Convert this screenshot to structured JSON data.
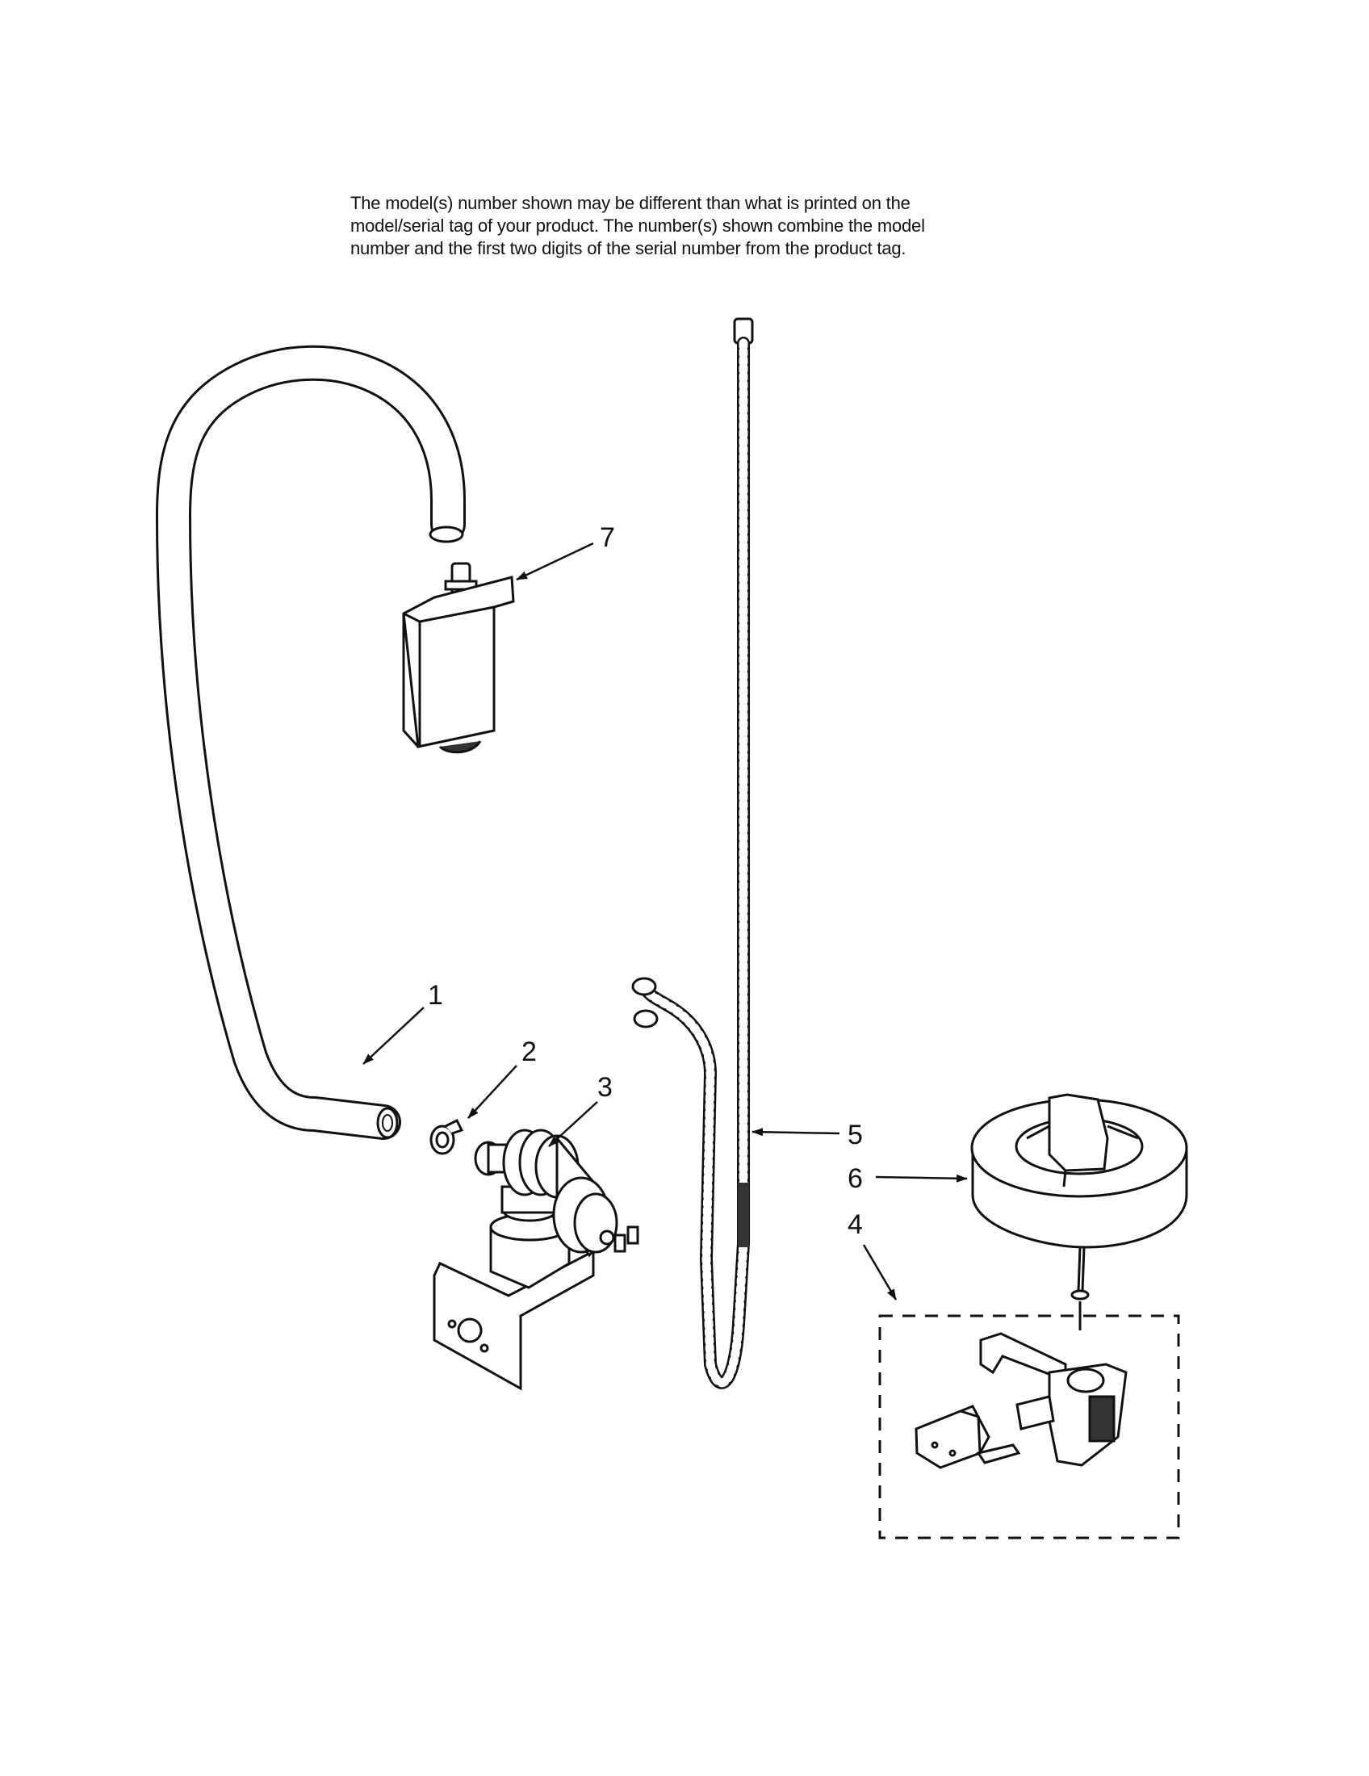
{
  "disclaimer": {
    "lines": [
      "The model(s) number shown may be different than what is printed on the",
      "model/serial tag of your product. The number(s) shown combine the model",
      "number and the first two digits of the serial number from the product tag."
    ]
  },
  "callouts": {
    "c1": "1",
    "c2": "2",
    "c3": "3",
    "c4": "4",
    "c5": "5",
    "c6": "6",
    "c7": "7"
  },
  "colors": {
    "line": "#111111",
    "fill": "#ffffff",
    "shade": "#d9d9d9"
  }
}
